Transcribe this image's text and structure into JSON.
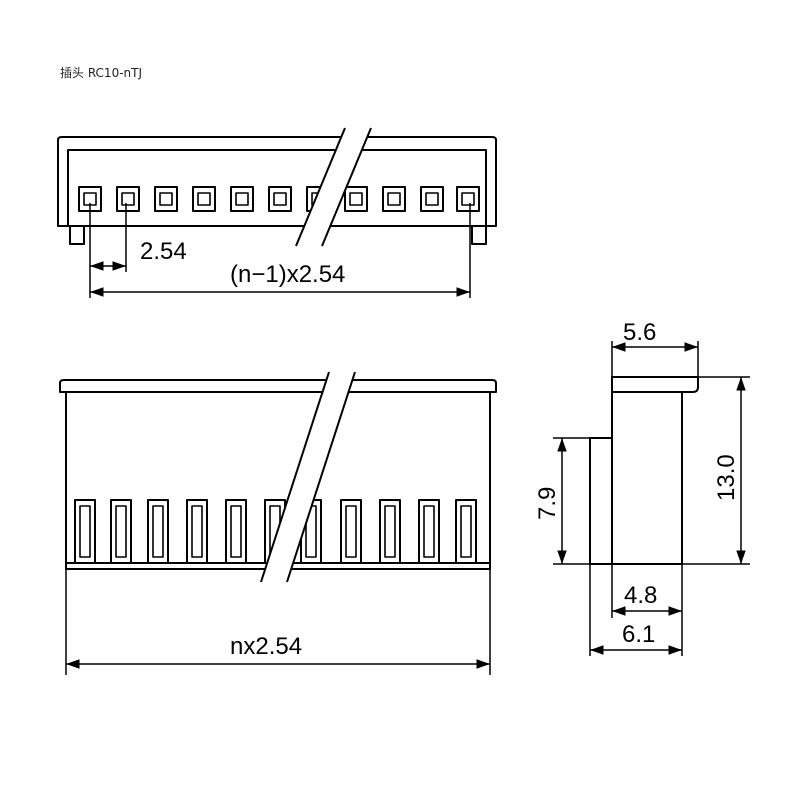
{
  "title": "插头 RC10-nTJ",
  "dimensions": {
    "pitch": "2.54",
    "span": "(n−1)x2.54",
    "total_length": "nx2.54",
    "top_width": "5.6",
    "height": "13.0",
    "body_height": "7.9",
    "inner_depth": "4.8",
    "total_depth": "6.1"
  },
  "colors": {
    "line": "#000000",
    "background": "#ffffff"
  }
}
